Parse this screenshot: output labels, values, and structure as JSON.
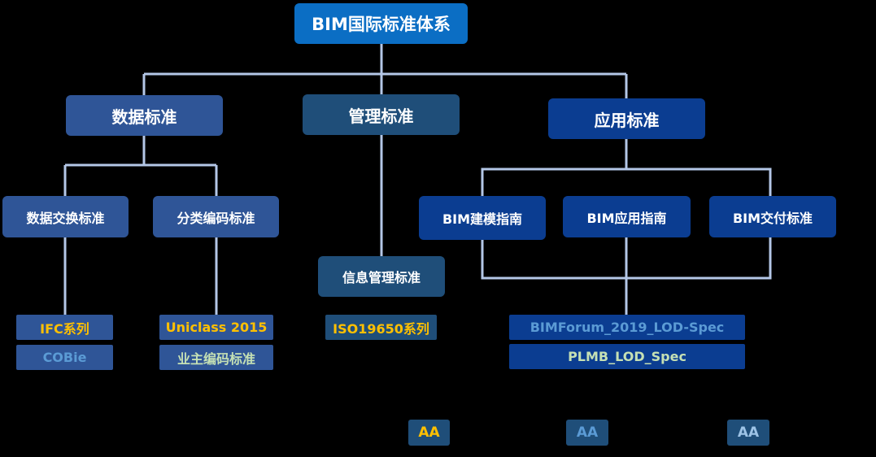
{
  "root": {
    "label": "BIM国际标准体系"
  },
  "categories": {
    "data": {
      "label": "数据标准"
    },
    "management": {
      "label": "管理标准"
    },
    "application": {
      "label": "应用标准"
    }
  },
  "subcategories": {
    "data_exchange": {
      "label": "数据交换标准"
    },
    "classification": {
      "label": "分类编码标准"
    },
    "info_management": {
      "label": "信息管理标准"
    },
    "bim_modeling": {
      "label": "BIM建模指南"
    },
    "bim_application": {
      "label": "BIM应用指南"
    },
    "bim_delivery": {
      "label": "BIM交付标准"
    }
  },
  "standards": {
    "ifc": "IFC系列",
    "cobie": "COBie",
    "uniclass": "Uniclass 2015",
    "owner_code": "业主编码标准",
    "iso19650": "ISO19650系列",
    "bimforum": "BIMForum_2019_LOD-Spec",
    "plmb": "PLMB_LOD_Spec"
  },
  "badges": [
    "AA",
    "AA",
    "AA"
  ],
  "colors": {
    "root": "#0b6ec4",
    "data_branch": "#2f5597",
    "management_branch": "#1f4e79",
    "application_branch": "#0b3d91",
    "connector": "#b4c7e7",
    "text_yellow": "#ffc000",
    "text_blue": "#5b9bd5",
    "text_pale_green": "#c5e0b4",
    "text_light_blue": "#9dc3e6"
  }
}
